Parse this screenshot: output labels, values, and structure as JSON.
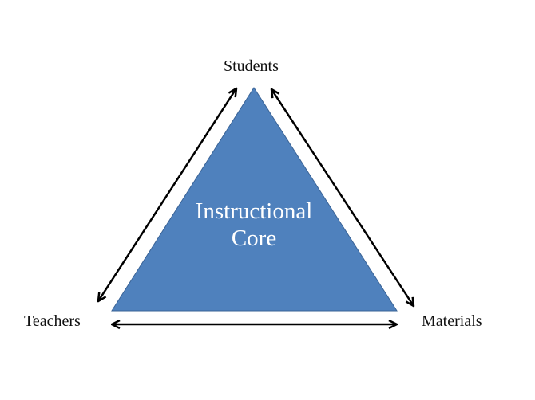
{
  "diagram": {
    "center": {
      "line1": "Instructional",
      "line2": "Core"
    },
    "nodes": {
      "top": "Students",
      "bottom_left": "Teachers",
      "bottom_right": "Materials"
    },
    "colors": {
      "triangle_fill": "#4F81BD",
      "triangle_stroke": "#3A6396",
      "arrow": "#000000",
      "text": "#111111",
      "center_text": "#ffffff"
    },
    "edges": [
      {
        "from": "Students",
        "to": "Teachers",
        "type": "bidirectional"
      },
      {
        "from": "Students",
        "to": "Materials",
        "type": "bidirectional"
      },
      {
        "from": "Teachers",
        "to": "Materials",
        "type": "bidirectional"
      }
    ]
  }
}
